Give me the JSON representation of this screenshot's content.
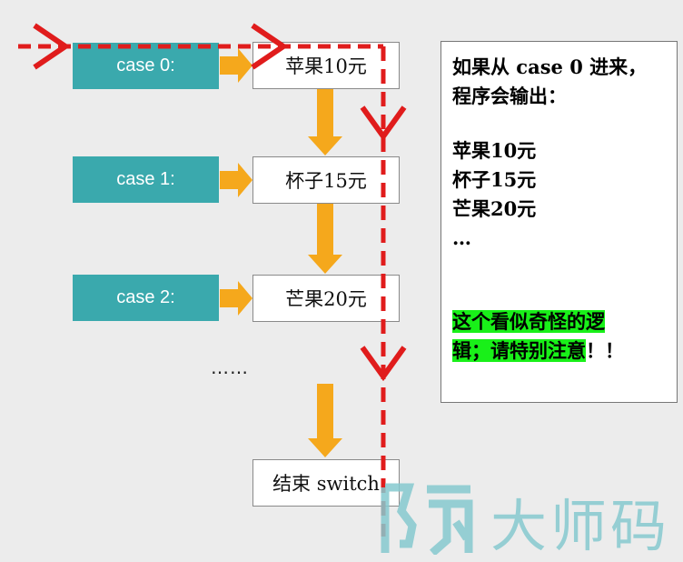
{
  "cases": [
    {
      "label": "case 0:",
      "item": "苹果10元"
    },
    {
      "label": "case 1:",
      "item": "杯子15元"
    },
    {
      "label": "case 2:",
      "item": "芒果20元"
    }
  ],
  "ellipsis": "……",
  "end_box": "结束 switch",
  "note": {
    "line1": "如果从 case 0 进来，",
    "line2": "程序会输出：",
    "out1": "苹果10元",
    "out2": "杯子15元",
    "out3": "芒果20元",
    "out4": "…",
    "warn1": "这个看似奇怪的逻",
    "warn2_hl": "辑；请特别注意",
    "warn2_rest": "！！"
  },
  "watermark": "大师码",
  "colors": {
    "case_fill": "#3aa9ad",
    "arrow_orange": "#f5a81c",
    "path_red": "#e01c1c",
    "highlight": "#19f019"
  }
}
